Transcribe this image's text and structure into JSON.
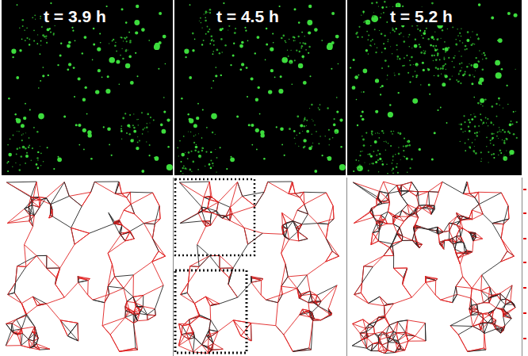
{
  "diagram": {
    "labels": [
      "t = 3.9 h",
      "t = 4.5 h",
      "t = 5.2 h"
    ]
  }
}
